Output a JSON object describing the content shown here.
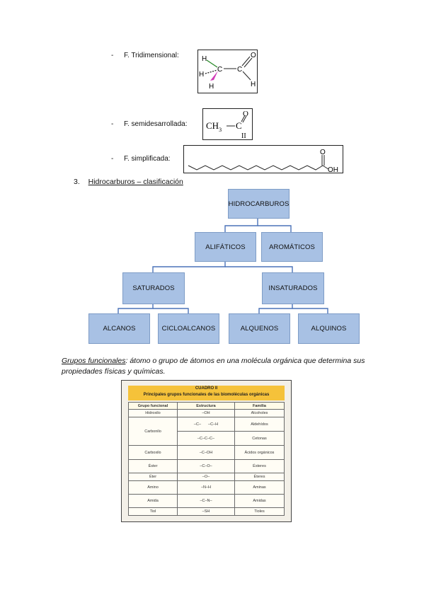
{
  "formulas": {
    "tridimensional": {
      "label": "F. Tridimensional:"
    },
    "semidesarrollada": {
      "label": "F. semidesarrollada:"
    },
    "simplificada": {
      "label": "F. simplificada:"
    }
  },
  "molecule_labels": {
    "h": "H",
    "c": "C",
    "o": "O",
    "oh": "OH",
    "ch3": "CH",
    "sub3": "3",
    "two_bar": "II"
  },
  "section": {
    "number": "3.",
    "title": "Hidrocarburos – clasificación"
  },
  "tree": {
    "root": "HIDROCARBUROS",
    "alifaticos": "ALIFÁTICOS",
    "aromaticos": "AROMÁTICOS",
    "saturados": "SATURADOS",
    "insaturados": "INSATURADOS",
    "alcanos": "ALCANOS",
    "cicloalcanos": "CICLOALCANOS",
    "alquenos": "ALQUENOS",
    "alquinos": "ALQUINOS"
  },
  "grupos": {
    "term": "Grupos funcionales",
    "definition": ": átomo o grupo de átomos en una molécula orgánica que determina sus propiedades físicas y químicas."
  },
  "table": {
    "title": "CUADRO II",
    "subtitle": "Principales grupos funcionales de las biomoléculas orgánicas",
    "headers": [
      "Grupo funcional",
      "Estructura",
      "Familia"
    ],
    "rows": [
      {
        "grupo": "Hidroxilo",
        "estructura": "–OH",
        "familia": "Alcoholes"
      },
      {
        "grupo": "Carbonilo",
        "estructura": "–C–H",
        "familia": "Aldehídos"
      },
      {
        "grupo": "",
        "estructura": "–C–C–C–",
        "familia": "Cetonas"
      },
      {
        "grupo": "Carboxilo",
        "estructura": "–C–OH",
        "familia": "Ácidos orgánicos"
      },
      {
        "grupo": "Éster",
        "estructura": "–C–O–",
        "familia": "Ésteres"
      },
      {
        "grupo": "Éter",
        "estructura": "–O–",
        "familia": "Éteres"
      },
      {
        "grupo": "Amino",
        "estructura": "–N–H",
        "familia": "Aminas"
      },
      {
        "grupo": "Amida",
        "estructura": "–C–N–",
        "familia": "Amidas"
      },
      {
        "grupo": "Tiol",
        "estructura": "–SH",
        "familia": "Tioles"
      }
    ],
    "carbonilo_side": "–C–"
  }
}
